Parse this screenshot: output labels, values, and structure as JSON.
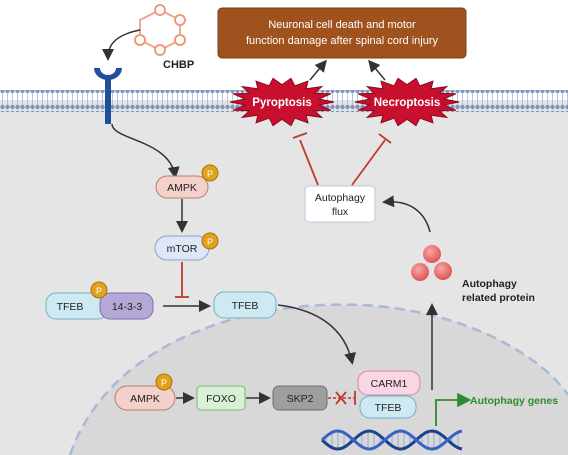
{
  "ligand": {
    "label": "CHBP"
  },
  "outcome": {
    "line1": "Neuronal cell death and  motor",
    "line2": "function damage after spinal cord injury"
  },
  "death_modes": {
    "pyroptosis": "Pyroptosis",
    "necroptosis": "Necroptosis"
  },
  "autophagy_flux": {
    "line1": "Autophagy",
    "line2": "flux"
  },
  "proteins": {
    "ampk_top": "AMPK",
    "mtor": "mTOR",
    "tfeb_complex": "TFEB",
    "fourteen33": "14-3-3",
    "tfeb_free": "TFEB",
    "ampk_nuc": "AMPK",
    "foxo": "FOXO",
    "skp2": "SKP2",
    "carm1": "CARM1",
    "tfeb_nuc": "TFEB",
    "phospho": "P"
  },
  "autophagy_protein": {
    "line1": "Autophagy",
    "line2": "related protein"
  },
  "autophagy_genes": {
    "label": "Autophagy genes"
  },
  "colors": {
    "outcome_box": "#a0521e",
    "burst": "#c8102e",
    "cytoplasm": "#e6e6e6",
    "membrane": "#8a9fc4",
    "phospho": "#e2a21b",
    "receptor": "#1f4e9c",
    "gene_arrow": "#2e8b2e",
    "inhibit": "#c0392b",
    "ligand": "#f4a78c"
  }
}
